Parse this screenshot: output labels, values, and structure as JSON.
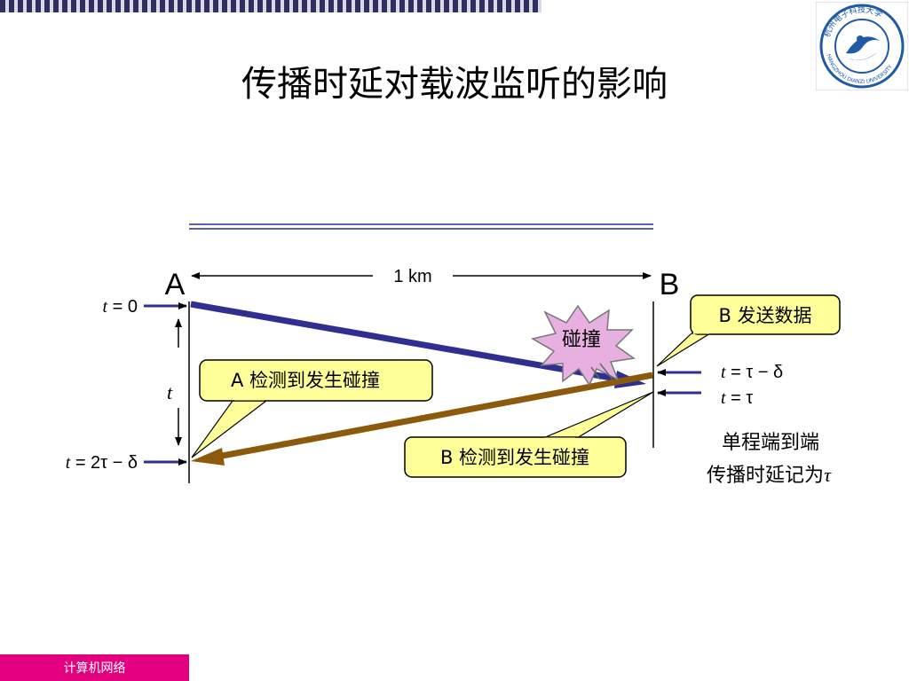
{
  "title": "传播时延对载波监听的影响",
  "logo_text": "杭州电子科技大学 HANGZHOU DIANZI UNIVERSITY",
  "footer": "计算机网络",
  "diagram": {
    "station_a": "A",
    "station_b": "B",
    "distance": "1 km",
    "t0": "= 0",
    "t_var": "t",
    "t_end": "= 2τ − δ",
    "t_b1": "= τ − δ",
    "t_b2": "= τ",
    "t_interval": "t",
    "collision": "碰撞",
    "callout_b_send": "B 发送数据",
    "callout_a_detect": "A 检测到发生碰撞",
    "callout_b_detect": "B 检测到发生碰撞",
    "note_line1": "单程端到端",
    "note_line2": "传播时延记为",
    "note_tau": "τ"
  },
  "colors": {
    "a_signal": "#2f2f91",
    "b_signal": "#8b5a0a",
    "callout_fill": "#ffff99",
    "burst_fill": "#e7b0e0",
    "accent": "#e3007f",
    "stripe": "#303060"
  }
}
